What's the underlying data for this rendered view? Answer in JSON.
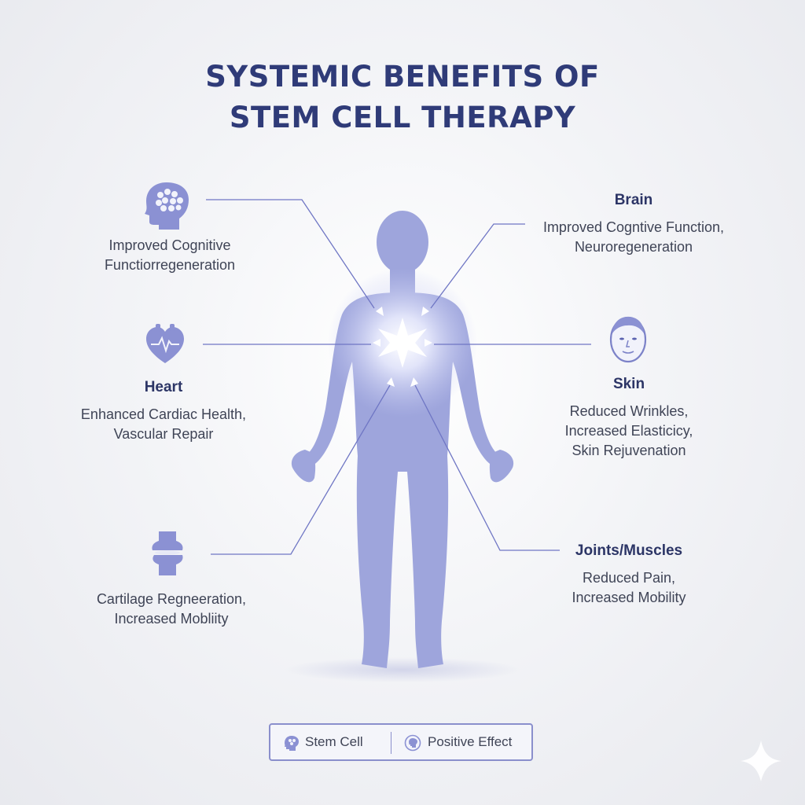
{
  "title": {
    "line1": "SYSTEMIC BENEFITS OF",
    "line2": "STEM CELL THERAPY"
  },
  "left": {
    "top": {
      "text1": "Improved Cognitive",
      "text2": "Functiorregeneration"
    },
    "heart": {
      "heading": "Heart",
      "text1": "Enhanced Cardiac Health,",
      "text2": "Vascular Repair"
    },
    "joint": {
      "text1": "Cartilage Regneeration,",
      "text2": "Increased Mobliity"
    }
  },
  "right": {
    "brain": {
      "heading": "Brain",
      "text1": "Improved Cogntive Function,",
      "text2": "Neuroregeneration"
    },
    "skin": {
      "heading": "Skin",
      "text1": "Reduced Wrinkles,",
      "text2": "Increased Elasticicy,",
      "text3": "Skin Rejuvenation"
    },
    "joints": {
      "heading": "Joints/Muscles",
      "text1": "Reduced Pain,",
      "text2": "Increased Mobility"
    }
  },
  "legend": {
    "stem_cell": "Stem Cell",
    "positive_effect": "Positive Effect"
  },
  "icons": [
    "brain-head-icon",
    "heart-icon",
    "knee-joint-icon",
    "face-icon",
    "stem-cell-icon",
    "positive-effect-icon",
    "sparkle-icon"
  ],
  "colors": {
    "title": "#2f3b78",
    "body_figure": "#9ea5dc",
    "lines": "#6f76c4",
    "legend_border": "#8a8fcc"
  }
}
